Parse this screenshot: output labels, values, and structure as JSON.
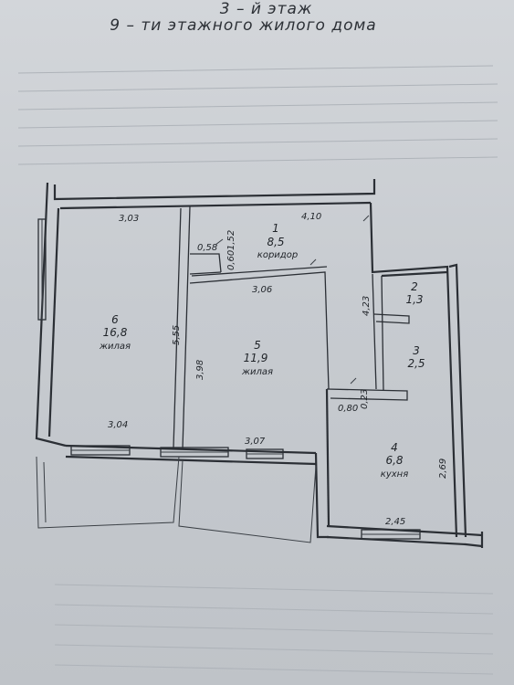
{
  "heading": {
    "floor": "3 – й этаж",
    "building": "9 – ти этажного жилого дома"
  },
  "rooms": [
    {
      "id": "room-1",
      "number": "1",
      "area": "8,5",
      "type": "коридор"
    },
    {
      "id": "room-2",
      "number": "2",
      "area": "1,3",
      "type": ""
    },
    {
      "id": "room-3",
      "number": "3",
      "area": "2,5",
      "type": ""
    },
    {
      "id": "room-4",
      "number": "4",
      "area": "6,8",
      "type": "кухня"
    },
    {
      "id": "room-5",
      "number": "5",
      "area": "11,9",
      "type": "жилая"
    },
    {
      "id": "room-6",
      "number": "6",
      "area": "16,8",
      "type": "жилая"
    }
  ],
  "dimensions": {
    "d_303": "3,03",
    "d_410": "4,10",
    "d_058": "0,58",
    "d_152": "1,52",
    "d_060": "0,60",
    "d_306": "3,06",
    "d_423": "4,23",
    "d_555": "5,55",
    "d_398": "3,98",
    "d_080": "0,80",
    "d_023": "0,23",
    "d_304": "3,04",
    "d_307": "3,07",
    "d_269": "2,69",
    "d_245": "2,45"
  }
}
